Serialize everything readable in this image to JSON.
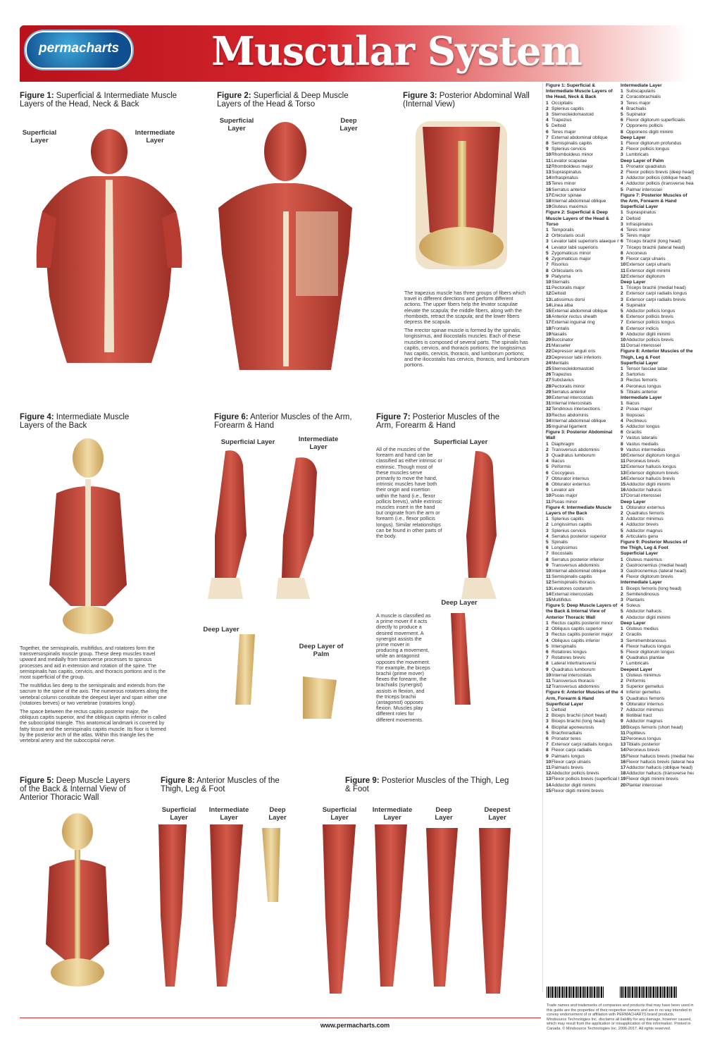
{
  "brand": {
    "logo": "permacharts",
    "title": "Muscular System",
    "url": "www.permacharts.com"
  },
  "figures": {
    "f1": {
      "label": "Figure 1:",
      "title": "Superficial & Intermediate Muscle Layers of the Head, Neck & Back",
      "left": "Superficial Layer",
      "right": "Intermediate Layer"
    },
    "f2": {
      "label": "Figure 2:",
      "title": "Superficial & Deep Muscle Layers of the Head & Torso",
      "left": "Superficial Layer",
      "right": "Deep Layer"
    },
    "f3": {
      "label": "Figure 3:",
      "title": "Posterior Abdominal Wall (Internal View)"
    },
    "f4": {
      "label": "Figure 4:",
      "title": "Intermediate Muscle Layers of the Back"
    },
    "f5": {
      "label": "Figure 5:",
      "title": "Deep Muscle Layers of the Back & Internal View of Anterior Thoracic Wall"
    },
    "f6": {
      "label": "Figure 6:",
      "title": "Anterior Muscles of the Arm, Forearm & Hand",
      "a": "Superficial Layer",
      "b": "Intermediate Layer",
      "c": "Deep Layer",
      "d": "Deep Layer of Palm"
    },
    "f7": {
      "label": "Figure 7:",
      "title": "Posterior Muscles of the Arm, Forearm & Hand",
      "a": "Superficial Layer",
      "b": "Deep Layer"
    },
    "f8": {
      "label": "Figure 8:",
      "title": "Anterior Muscles of the Thigh, Leg & Foot",
      "a": "Superficial Layer",
      "b": "Intermediate Layer",
      "c": "Deep Layer"
    },
    "f9": {
      "label": "Figure 9:",
      "title": "Posterior Muscles of the Thigh, Leg & Foot",
      "a": "Superficial Layer",
      "b": "Intermediate Layer",
      "c": "Deep Layer",
      "d": "Deepest Layer"
    }
  },
  "notes": {
    "f3a": "The trapezius muscle has three groups of fibers which travel in different directions and perform different actions. The upper fibers help the levator scapulae elevate the scapula; the middle fibers, along with the rhomboids, retract the scapula; and the lower fibers depress the scapula.",
    "f3b": "The erector spinae muscle is formed by the spinalis, longissimus, and iliocostalis muscles. Each of these muscles is composed of several parts. The spinalis has capitis, cervicis, and thoracis portions; the longissimus has capitis, cervicis, thoracis, and lumborum portions; and the iliocostalis has cervicis, thoracis, and lumborum portions.",
    "f4a": "Together, the semispinalis, multifidus, and rotatores form the transversospinalis muscle group. These deep muscles travel upward and medially from transverse processes to spinous processes and aid in extension and rotation of the spine. The semispinalis has capitis, cervicis, and thoracis portions and is the most superficial of the group.",
    "f4b": "The multifidus lies deep to the semispinalis and extends from the sacrum to the spine of the axis. The numerous rotatores along the vertebral column constitute the deepest layer and span either one (rotatores breves) or two vertebrae (rotatores longi).",
    "f4c": "The space between the rectus capitis posterior major, the obliquus capitis superior, and the obliquus capitis inferior is called the suboccipital triangle. This anatomical landmark is covered by fatty tissue and the semispinalis capitis muscle. Its floor is formed by the posterior arch of the atlas. Within this triangle lies the vertebral artery and the suboccipital nerve.",
    "f7a": "All of the muscles of the forearm and hand can be classified as either intrinsic or extrinsic. Though most of these muscles serve primarily to move the hand, intrinsic muscles have both their origin and insertion within the hand (i.e., flexor pollicis brevis), while extrinsic muscles insert in the hand but originate from the arm or forearm (i.e., flexor pollicis longus). Similar relationships can be found in other parts of the body.",
    "f7b": "A muscle is classified as a prime mover if it acts directly to produce a desired movement. A synergist assists the prime mover in producing a movement, while an antagonist opposes the movement. For example, the biceps brachii (prime mover) flexes the forearm, the brachialis (synergist) assists in flexion, and the triceps brachii (antagonist) opposes flexion. Muscles play different roles for different movements."
  },
  "legend_left": [
    {
      "h": "Figure 1: Superficial & Intermediate Muscle Layers of the Head, Neck & Back",
      "items": [
        "Occipitalis",
        "Splenius capitis",
        "Sternocleidomastoid",
        "Trapezius",
        "Deltoid",
        "Teres major",
        "External abdominal oblique",
        "Semispinalis capitis",
        "Splenius cervicis",
        "Rhomboideus minor",
        "Levator scapulae",
        "Rhomboideus major",
        "Supraspinatus",
        "Infraspinatus",
        "Teres minor",
        "Serratus anterior",
        "Erector spinae",
        "Internal abdominal oblique",
        "Gluteus maximus"
      ]
    },
    {
      "h": "Figure 2: Superficial & Deep Muscle Layers of the Head & Torso",
      "items": [
        "Temporalis",
        "Orbicularis oculi",
        "Levator labii superioris alaeque nasi",
        "Levator labii superioris",
        "Zygomaticus minor",
        "Zygomaticus major",
        "Risorius",
        "Orbicularis oris",
        "Platysma",
        "Sternalis",
        "Pectoralis major",
        "Deltoid",
        "Latissimus dorsi",
        "Linea alba",
        "External abdominal oblique",
        "Anterior rectus sheath",
        "External inguinal ring",
        "Frontalis",
        "Nasalis",
        "Buccinator",
        "Masseter",
        "Depressor anguli oris",
        "Depressor labii inferioris",
        "Mentalis",
        "Sternocleidomastoid",
        "Trapezius",
        "Subclavius",
        "Pectoralis minor",
        "Serratus anterior",
        "External intercostals",
        "Internal intercostals",
        "Tendinous intersections",
        "Rectus abdominis",
        "Internal abdominal oblique",
        "Inguinal ligament"
      ]
    },
    {
      "h": "Figure 3: Posterior Abdominal Wall",
      "items": [
        "Diaphragm",
        "Transversus abdominis",
        "Quadratus lumborum",
        "Iliacus",
        "Piriformis",
        "Coccygeus",
        "Obturator internus",
        "Obturator externus",
        "Levator ani",
        "Psoas major",
        "Psoas minor"
      ]
    },
    {
      "h": "Figure 4: Intermediate Muscle Layers of the Back",
      "items": [
        "Splenius capitis",
        "Longissimus capitis",
        "Splenius cervicis",
        "Serratus posterior superior",
        "Spinalis",
        "Longissimus",
        "Iliocostalis",
        "Serratus posterior inferior",
        "Transversus abdominis",
        "Internal abdominal oblique",
        "Semispinalis capitis",
        "Semispinalis thoracis",
        "Levatores costarum",
        "External intercostals",
        "Multifidus"
      ]
    },
    {
      "h": "Figure 5: Deep Muscle Layers of the Back & Internal View of Anterior Thoracic Wall",
      "items": [
        "Rectus capitis posterior minor",
        "Obliquus capitis superior",
        "Rectus capitis posterior major",
        "Obliquus capitis inferior",
        "Interspinalis",
        "Rotatores longus",
        "Rotatores brevis",
        "Lateral intertransversi",
        "Quadratus lumborum",
        "Internal intercostals",
        "Transversus thoracis",
        "Transversus abdominis"
      ]
    },
    {
      "h": "Figure 6: Anterior Muscles of the Arm, Forearm & Hand",
      "sub": "Superficial Layer",
      "items": [
        "Deltoid",
        "Biceps brachii (short head)",
        "Biceps brachii (long head)",
        "Bicipital aponeurosis",
        "Brachioradialis",
        "Pronator teres",
        "Extensor carpi radialis longus",
        "Flexor carpi radialis",
        "Palmaris longus",
        "Flexor carpi ulnaris",
        "Palmaris brevis",
        "Abductor pollicis brevis",
        "Flexor pollicis brevis (superficial head)",
        "Adductor digiti minimi",
        "Flexor digiti minimi brevis"
      ]
    }
  ],
  "legend_right": [
    {
      "h": "Intermediate Layer",
      "items": [
        "Subscapularis",
        "Coracobrachialis",
        "Teres major",
        "Brachialis",
        "Supinator",
        "Flexor digitorum superficialis",
        "Opponens pollicis",
        "Opponens digiti minimi"
      ]
    },
    {
      "h": "Deep Layer",
      "items": [
        "Flexor digitorum profundus",
        "Flexor pollicis longus",
        "Lumbricals"
      ]
    },
    {
      "h": "Deep Layer of Palm",
      "items": [
        "Pronator quadratus",
        "Flexor pollicis brevis (deep head)",
        "Adductor pollicis (oblique head)",
        "Adductor pollicis (transverse head)",
        "Palmar interossei"
      ]
    },
    {
      "h": "Figure 7: Posterior Muscles of the Arm, Forearm & Hand",
      "sub": "Superficial Layer",
      "items": [
        "Supraspinatus",
        "Deltoid",
        "Infraspinatus",
        "Teres minor",
        "Teres major",
        "Triceps brachii (long head)",
        "Triceps brachii (lateral head)",
        "Anconeus",
        "Flexor carpi ulnaris",
        "Extensor carpi ulnaris",
        "Extensor digiti minimi",
        "Extensor digitorum"
      ]
    },
    {
      "h": "Deep Layer",
      "items": [
        "Triceps brachii (medial head)",
        "Extensor carpi radialis longus",
        "Extensor carpi radialis brevis",
        "Supinator",
        "Abductor pollicis longus",
        "Extensor pollicis brevis",
        "Extensor pollicis longus",
        "Extensor indicis",
        "Abductor digiti minimi",
        "Abductor pollicis brevis",
        "Dorsal interossei"
      ]
    },
    {
      "h": "Figure 8: Anterior Muscles of the Thigh, Leg & Foot",
      "sub": "Superficial Layer",
      "items": [
        "Tensor fasciae latae",
        "Sartorius",
        "Rectus femoris",
        "Peroneus longus",
        "Tibialis anterior"
      ]
    },
    {
      "h": "Intermediate Layer",
      "items": [
        "Iliacus",
        "Psoas major",
        "Iliopsoas",
        "Pectineus",
        "Adductor longus",
        "Gracilis",
        "Vastus lateralis",
        "Vastus medialis",
        "Vastus intermedius",
        "Extensor digitorum longus",
        "Peroneus brevis",
        "Extensor hallucis longus",
        "Extensor digitorum brevis",
        "Extensor hallucis brevis",
        "Adductor digiti minimi",
        "Abductor hallucis",
        "Dorsal interossei"
      ]
    },
    {
      "h": "Deep Layer",
      "items": [
        "Obturator externus",
        "Quadratus femoris",
        "Adductor minimus",
        "Adductor brevis",
        "Adductor magnus",
        "Articularis genu"
      ]
    },
    {
      "h": "Figure 9: Posterior Muscles of the Thigh, Leg & Foot",
      "sub": "Superficial Layer",
      "items": [
        "Gluteus maximus",
        "Gastrocnemius (medial head)",
        "Gastrocnemius (lateral head)",
        "Flexor digitorum brevis"
      ]
    },
    {
      "h": "Intermediate Layer",
      "items": [
        "Biceps femoris (long head)",
        "Semitendinosus",
        "Plantaris",
        "Soleus",
        "Abductor hallucis",
        "Abductor digiti minimi"
      ]
    },
    {
      "h": "Deep Layer",
      "items": [
        "Gluteus medius",
        "Gracilis",
        "Semimembranosus",
        "Flexor hallucis longus",
        "Flexor digitorum longus",
        "Quadratus plantae",
        "Lumbricals"
      ]
    },
    {
      "h": "Deepest Layer",
      "items": [
        "Gluteus minimus",
        "Piriformis",
        "Superior gemellus",
        "Inferior gemellus",
        "Quadratus femoris",
        "Obturator internus",
        "Adductor minimus",
        "Iliotibial tract",
        "Adductor magnus",
        "Biceps femoris (short head)",
        "Popliteus",
        "Peroneus longus",
        "Tibialis posterior",
        "Peroneus brevis",
        "Flexor hallucis brevis (medial head)",
        "Flexor hallucis brevis (lateral head)",
        "Adductor hallucis (oblique head)",
        "Adductor hallucis (transverse head)",
        "Flexor digiti minimi brevis",
        "Plantar interossei"
      ]
    }
  ],
  "fineprint": "Trade names and trademarks of companies and products that may have been used in this guide are the properties of their respective owners and are in no way intended to convey endorsement of or affiliation with PERMACHARTS brand products. Mindsource Technologies Inc. disclaims all liability for any damage, however caused, which may result from the application or misapplication of this information. Printed in Canada. © Mindsource Technologies Inc. 2006-2017. All rights reserved.",
  "colors": {
    "muscle": "#c9483c",
    "muscle_dark": "#8e2a22",
    "tendon": "#efe2c8",
    "bone": "#e8cf93",
    "brand_red": "#c7161f"
  }
}
